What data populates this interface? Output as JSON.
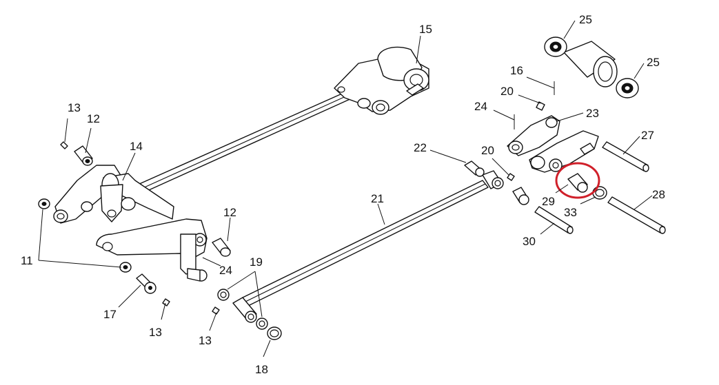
{
  "diagram": {
    "callouts": [
      {
        "id": "c11",
        "text": "11"
      },
      {
        "id": "c12a",
        "text": "12"
      },
      {
        "id": "c12b",
        "text": "12"
      },
      {
        "id": "c13a",
        "text": "13"
      },
      {
        "id": "c13b",
        "text": "13"
      },
      {
        "id": "c13c",
        "text": "13"
      },
      {
        "id": "c14",
        "text": "14"
      },
      {
        "id": "c15",
        "text": "15"
      },
      {
        "id": "c16",
        "text": "16"
      },
      {
        "id": "c17",
        "text": "17"
      },
      {
        "id": "c18",
        "text": "18"
      },
      {
        "id": "c19",
        "text": "19"
      },
      {
        "id": "c20a",
        "text": "20"
      },
      {
        "id": "c20b",
        "text": "20"
      },
      {
        "id": "c21",
        "text": "21"
      },
      {
        "id": "c22",
        "text": "22"
      },
      {
        "id": "c23",
        "text": "23"
      },
      {
        "id": "c24a",
        "text": "24"
      },
      {
        "id": "c24b",
        "text": "24"
      },
      {
        "id": "c25a",
        "text": "25"
      },
      {
        "id": "c25b",
        "text": "25"
      },
      {
        "id": "c27",
        "text": "27"
      },
      {
        "id": "c28",
        "text": "28"
      },
      {
        "id": "c29",
        "text": "29"
      },
      {
        "id": "c30",
        "text": "30"
      },
      {
        "id": "c33",
        "text": "33"
      }
    ],
    "highlight_part": "29",
    "highlight_color": "#d0202a",
    "line_color": "#111111"
  }
}
